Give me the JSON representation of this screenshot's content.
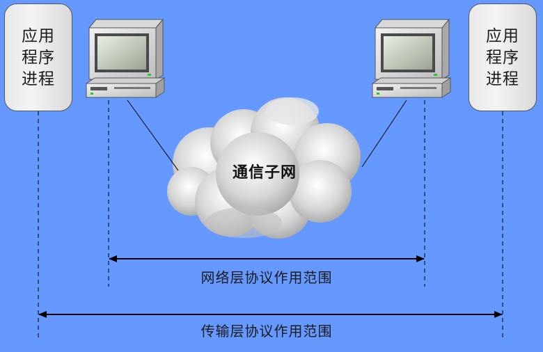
{
  "left_process": {
    "lines": [
      "应用",
      "程序",
      "进程"
    ]
  },
  "right_process": {
    "lines": [
      "应用",
      "程序",
      "进程"
    ]
  },
  "cloud": {
    "label": "通信子网"
  },
  "network_layer_range": {
    "label": "网络层协议作用范围"
  },
  "transport_layer_range": {
    "label": "传输层协议作用范围"
  },
  "colors": {
    "background": "#6699ff",
    "line": "#000000",
    "box_fill": "#eeeeee"
  },
  "icons": [
    "computer-icon",
    "computer-icon",
    "cloud-icon",
    "arrow-icon",
    "arrow-icon"
  ]
}
